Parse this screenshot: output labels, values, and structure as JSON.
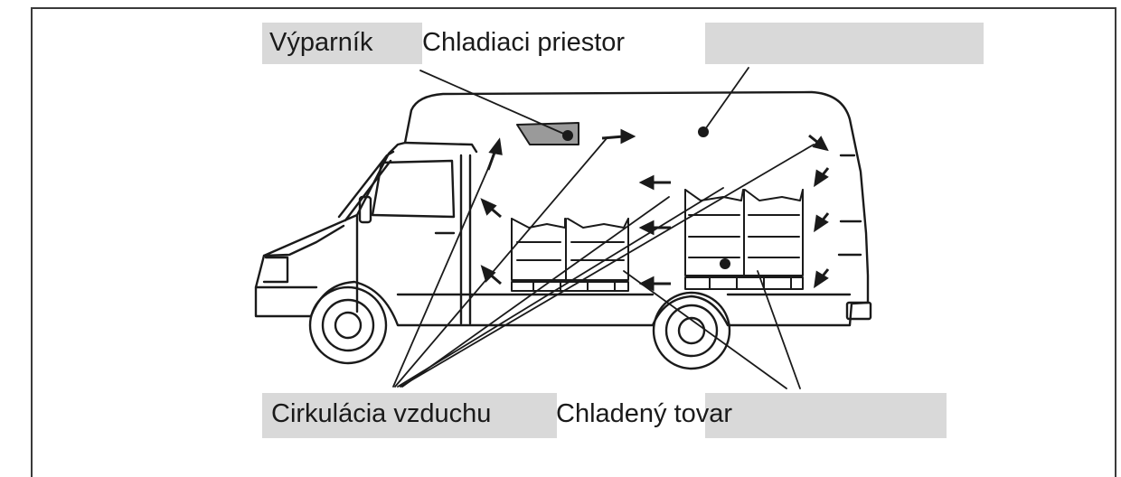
{
  "labels": {
    "evaporator": "Výparník",
    "cooling_space": "Chladiaci priestor",
    "air_circulation": "Cirkulácia vzduchu",
    "cooled_goods": "Chladený tovar"
  },
  "colors": {
    "label_box": "#d9d9d9",
    "line": "#1a1a1a",
    "frame": "#3a3a3a"
  }
}
